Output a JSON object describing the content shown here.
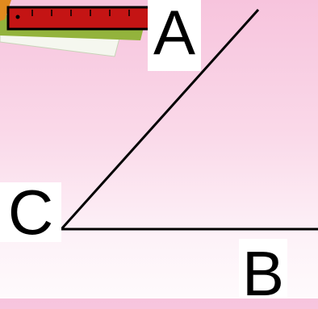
{
  "diagram": {
    "vertices": {
      "a": "A",
      "b": "B",
      "c": "C"
    },
    "colors": {
      "line": "#000000",
      "ruler_body": "#c41414",
      "paper": "#eef3e6",
      "paper_edge": "#93b33c"
    },
    "decoration": "ruler-and-papers-clipart"
  }
}
